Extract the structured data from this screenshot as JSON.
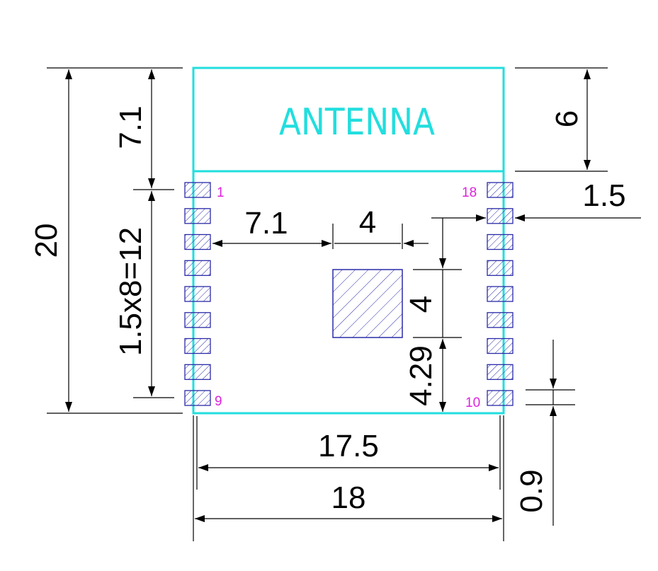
{
  "colors": {
    "outline": "#22dede",
    "antenna_text": "#22dede",
    "pad": "#2a2aa8",
    "pin_label": "#dd22dd",
    "dimension": "#000000",
    "background": "#ffffff"
  },
  "module": {
    "antenna_label": "ANTENNA",
    "left_pins": 9,
    "right_pins": 9,
    "pin_labels": {
      "first": "1",
      "last_left": "9",
      "first_right": "10",
      "last_right": "18"
    }
  },
  "dimensions": {
    "total_height": "20",
    "antenna_height_left": "7.1",
    "pin_span": "1.5x8=12",
    "antenna_height_right": "6",
    "pad_length": "1.5",
    "pad_to_center": "7.1",
    "center_pad_width": "4",
    "center_pad_height": "4",
    "center_pad_to_bottom": "4.29",
    "inner_width": "17.5",
    "total_width": "18",
    "pad_width": "0.9"
  }
}
